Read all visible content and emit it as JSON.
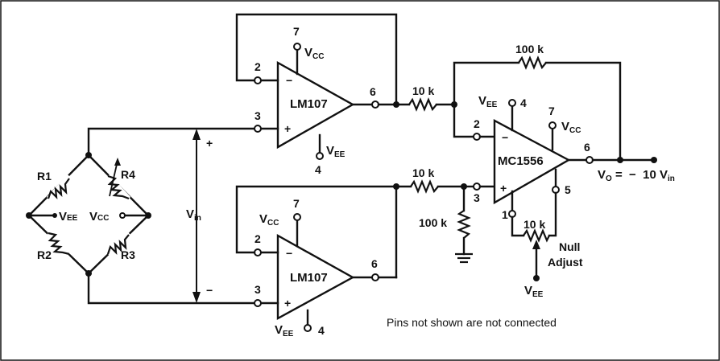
{
  "amplifiers": {
    "top": {
      "name": "LM107",
      "pin_inv": "2",
      "pin_noninv": "3",
      "pin_out": "6",
      "pin_vcc": "7",
      "pin_vee": "4",
      "supply_pos": "V",
      "supply_pos_sub": "CC",
      "supply_neg": "V",
      "supply_neg_sub": "EE",
      "sign_minus": "−",
      "sign_plus": "+"
    },
    "bottom": {
      "name": "LM107",
      "pin_inv": "2",
      "pin_noninv": "3",
      "pin_out": "6",
      "pin_vcc": "7",
      "pin_vee": "4",
      "supply_pos": "V",
      "supply_pos_sub": "CC",
      "supply_neg": "V",
      "supply_neg_sub": "EE",
      "sign_minus": "−",
      "sign_plus": "+"
    },
    "output": {
      "name": "MC1556",
      "pin_inv": "2",
      "pin_noninv": "3",
      "pin_out": "6",
      "pin_vcc": "7",
      "pin_vee": "4",
      "pin_null1": "1",
      "pin_null2": "5",
      "supply_pos": "V",
      "supply_pos_sub": "CC",
      "supply_neg": "V",
      "supply_neg_sub": "EE",
      "sign_minus": "−",
      "sign_plus": "+"
    }
  },
  "resistors": {
    "r_in_top": "10 k",
    "r_in_bottom": "10 k",
    "r_feedback": "100 k",
    "r_ground": "100 k",
    "r_null": "10 k"
  },
  "bridge": {
    "r1": "R1",
    "r2": "R2",
    "r3": "R3",
    "r4": "R4",
    "left_supply": "V",
    "left_supply_sub": "EE",
    "right_supply": "V",
    "right_supply_sub": "CC"
  },
  "vin": {
    "label": "V",
    "sub": "in",
    "plus": "+",
    "minus": "−"
  },
  "output_eq": {
    "prefix": "V",
    "prefix_sub": "O",
    "equals": " =  −  10 V",
    "suffix_sub": "in"
  },
  "null_adjust": {
    "line1": "Null",
    "line2": "Adjust",
    "supply": "V",
    "supply_sub": "EE"
  },
  "note": "Pins not shown are not connected"
}
